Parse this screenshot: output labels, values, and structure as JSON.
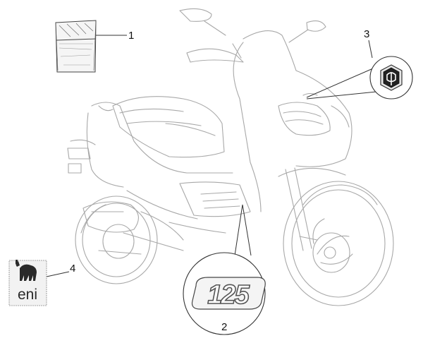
{
  "parts": [
    {
      "number": "1",
      "name": "manual-pouch"
    },
    {
      "number": "2",
      "name": "displacement-badge"
    },
    {
      "number": "3",
      "name": "brand-emblem"
    },
    {
      "number": "4",
      "name": "eni-decal"
    }
  ],
  "badge": {
    "text": "125"
  },
  "decal": {
    "text": "eni"
  },
  "colors": {
    "line": "#9a9a9a",
    "leader": "#333333",
    "callout": "#111111"
  }
}
